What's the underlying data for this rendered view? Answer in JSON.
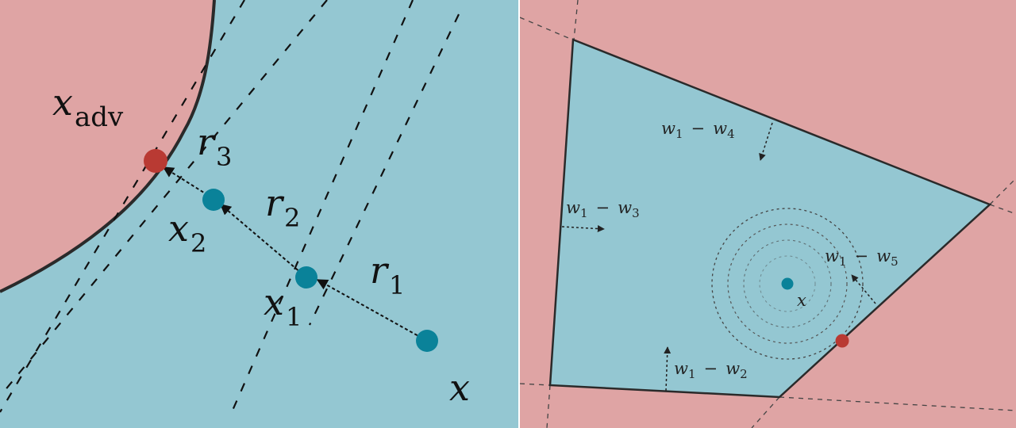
{
  "colors": {
    "adversarial_region": "#dfa4a4",
    "original_region": "#94c7d2",
    "boundary": "#2a2a2a",
    "iterate_point": "#0a8299",
    "adversarial_point": "#b93a33"
  },
  "left_panel": {
    "labels": {
      "x_adv_base": "x",
      "x_adv_sub": "adv",
      "r3_base": "r",
      "r3_sub": "3",
      "x2_base": "x",
      "x2_sub": "2",
      "r2_base": "r",
      "r2_sub": "2",
      "x1_base": "x",
      "x1_sub": "1",
      "r1_base": "r",
      "r1_sub": "1",
      "x": "x"
    }
  },
  "right_panel": {
    "labels": {
      "w14": {
        "a": "w",
        "a_sub": "1",
        "op": "−",
        "b": "w",
        "b_sub": "4"
      },
      "w13": {
        "a": "w",
        "a_sub": "1",
        "op": "−",
        "b": "w",
        "b_sub": "3"
      },
      "w15": {
        "a": "w",
        "a_sub": "1",
        "op": "−",
        "b": "w",
        "b_sub": "5"
      },
      "w12": {
        "a": "w",
        "a_sub": "1",
        "op": "−",
        "b": "w",
        "b_sub": "2"
      },
      "x": "x"
    }
  }
}
